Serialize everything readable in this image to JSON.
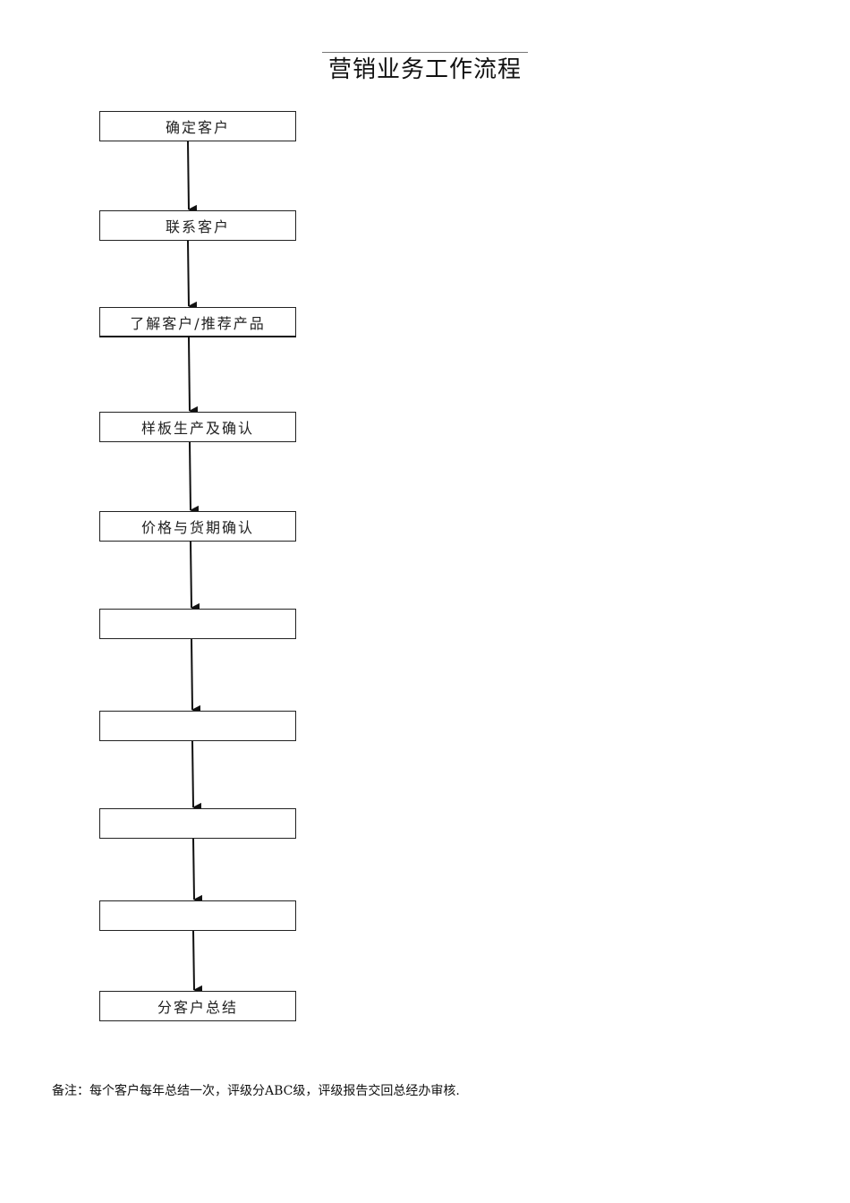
{
  "title": "营销业务工作流程",
  "steps": [
    "确定客户",
    "联系客户",
    "了解客户/推荐产品",
    "样板生产及确认",
    "价格与货期确认",
    "",
    "",
    "",
    "",
    "分客户总结"
  ],
  "note": "备注：每个客户每年总结一次，评级分ABC级，评级报告交回总经办审核."
}
